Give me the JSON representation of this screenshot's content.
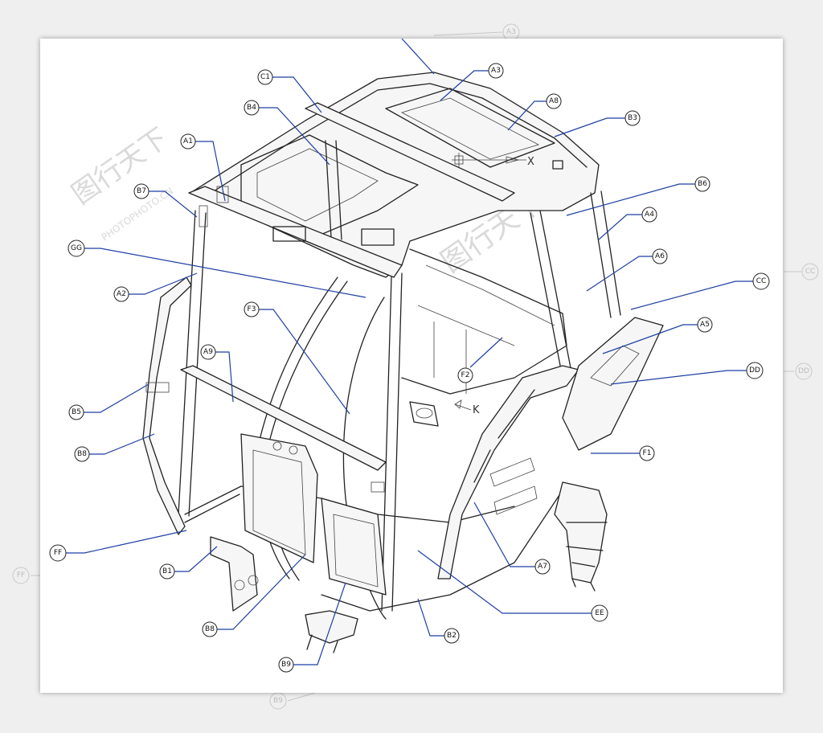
{
  "callouts": [
    {
      "id": "C1",
      "label": "C1"
    },
    {
      "id": "A3",
      "label": "A3"
    },
    {
      "id": "B4",
      "label": "B4"
    },
    {
      "id": "A8",
      "label": "A8"
    },
    {
      "id": "B3",
      "label": "B3"
    },
    {
      "id": "A1",
      "label": "A1"
    },
    {
      "id": "B7",
      "label": "B7"
    },
    {
      "id": "B6",
      "label": "B6"
    },
    {
      "id": "A4",
      "label": "A4"
    },
    {
      "id": "GG",
      "label": "GG"
    },
    {
      "id": "A6",
      "label": "A6"
    },
    {
      "id": "CC",
      "label": "CC"
    },
    {
      "id": "A2",
      "label": "A2"
    },
    {
      "id": "A5",
      "label": "A5"
    },
    {
      "id": "F3",
      "label": "F3"
    },
    {
      "id": "A9",
      "label": "A9"
    },
    {
      "id": "F2",
      "label": "F2"
    },
    {
      "id": "DD",
      "label": "DD"
    },
    {
      "id": "B5",
      "label": "B5"
    },
    {
      "id": "F1",
      "label": "F1"
    },
    {
      "id": "B8",
      "label": "B8"
    },
    {
      "id": "FF",
      "label": "FF"
    },
    {
      "id": "A7",
      "label": "A7"
    },
    {
      "id": "B1",
      "label": "B1"
    },
    {
      "id": "EE",
      "label": "EE"
    },
    {
      "id": "B8b",
      "label": "B8"
    },
    {
      "id": "B2",
      "label": "B2"
    },
    {
      "id": "B9",
      "label": "B9"
    }
  ],
  "background_callouts": [
    {
      "id": "bg-A3",
      "label": "A3"
    },
    {
      "id": "bg-CC",
      "label": "CC"
    },
    {
      "id": "bg-DD",
      "label": "DD"
    },
    {
      "id": "bg-FF",
      "label": "FF"
    },
    {
      "id": "bg-B9",
      "label": "B9"
    }
  ],
  "axis_labels": {
    "x": "X",
    "k": "K"
  },
  "watermark": {
    "brand": "图行天下",
    "site": "PHOTOPHOTO.CN"
  },
  "colors": {
    "leader": "#1f3fa3",
    "linework": "#222222",
    "sheet": "#ffffff",
    "background": "#efefef"
  }
}
